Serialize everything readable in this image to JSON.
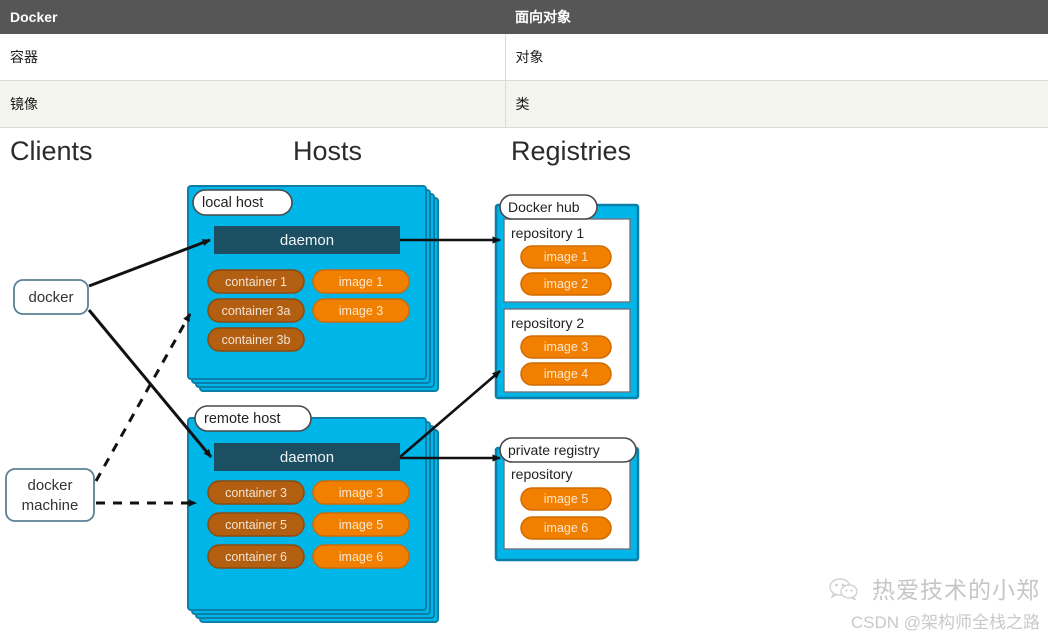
{
  "table": {
    "headers": [
      "Docker",
      "面向对象"
    ],
    "rows": [
      [
        "容器",
        "对象"
      ],
      [
        "镜像",
        "类"
      ]
    ]
  },
  "diagram": {
    "columns": [
      {
        "label": "Clients"
      },
      {
        "label": "Hosts"
      },
      {
        "label": "Registries"
      }
    ],
    "clients": [
      {
        "id": "docker",
        "lines": [
          "docker"
        ]
      },
      {
        "id": "docker-machine",
        "lines": [
          "docker",
          "machine"
        ]
      }
    ],
    "hosts": [
      {
        "id": "local-host",
        "label": "local host",
        "daemon": "daemon",
        "containers": [
          "container 1",
          "container 3a",
          "container 3b"
        ],
        "images": [
          "image 1",
          "image 3"
        ]
      },
      {
        "id": "remote-host",
        "label": "remote host",
        "daemon": "daemon",
        "containers": [
          "container 3",
          "container 5",
          "container 6"
        ],
        "images": [
          "image 3",
          "image 5",
          "image 6"
        ]
      }
    ],
    "registries": [
      {
        "id": "docker-hub",
        "label": "Docker hub",
        "repositories": [
          {
            "name": "repository 1",
            "images": [
              "image 1",
              "image 2"
            ]
          },
          {
            "name": "repository 2",
            "images": [
              "image 3",
              "image 4"
            ]
          }
        ]
      },
      {
        "id": "private-registry",
        "label": "private registry",
        "repositories": [
          {
            "name": "repository",
            "images": [
              "image 5",
              "image 6"
            ]
          }
        ]
      }
    ],
    "colors": {
      "host_panel": "#00b5e8",
      "host_panel_edge": "#0b7fa8",
      "daemon": "#1d4f63",
      "container": "#b35f12",
      "container_edge": "#8d4a0c",
      "image": "#f28000",
      "image_edge": "#d06b00",
      "client_box_edge": "#5a8196",
      "arrow": "#111111",
      "heading": "#2b2b2b"
    }
  },
  "watermark": {
    "line1": "热爱技术的小郑",
    "line2": "CSDN @架构师全栈之路"
  }
}
